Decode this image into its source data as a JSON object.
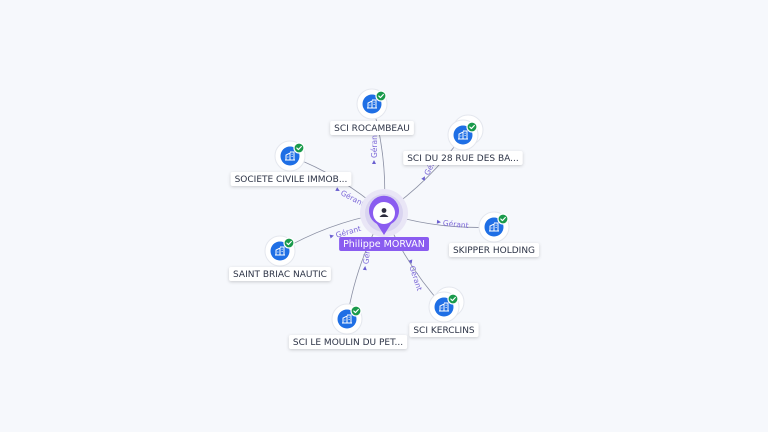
{
  "center": {
    "name": "Philippe MORVAN",
    "icon": "person-icon",
    "color": "#8a5cf0"
  },
  "companies": [
    {
      "id": "sci-rocambeau",
      "name": "SCI ROCAMBEAU",
      "relation": "Gérant",
      "icon": "building-icon",
      "verified": true
    },
    {
      "id": "sci-du-28",
      "name": "SCI DU 28 RUE DES BA...",
      "relation": "Gérant",
      "icon": "building-icon",
      "verified": true
    },
    {
      "id": "societe-civile",
      "name": "SOCIETE CIVILE IMMOB...",
      "relation": "Gérant",
      "icon": "building-icon",
      "verified": true
    },
    {
      "id": "skipper-holding",
      "name": "SKIPPER HOLDING",
      "relation": "Gérant",
      "icon": "building-icon",
      "verified": true
    },
    {
      "id": "saint-briac",
      "name": "SAINT BRIAC NAUTIC",
      "relation": "Gérant",
      "icon": "building-icon",
      "verified": true
    },
    {
      "id": "sci-kerclins",
      "name": "SCI KERCLINS",
      "relation": "Gérant",
      "icon": "building-icon",
      "verified": true
    },
    {
      "id": "sci-le-moulin",
      "name": "SCI LE MOULIN DU PET...",
      "relation": "Gérant",
      "icon": "building-icon",
      "verified": true
    }
  ],
  "colors": {
    "company_node": "#1f6fe5",
    "verified_badge": "#1a9a4b",
    "edge_label": "#7c68d8"
  }
}
